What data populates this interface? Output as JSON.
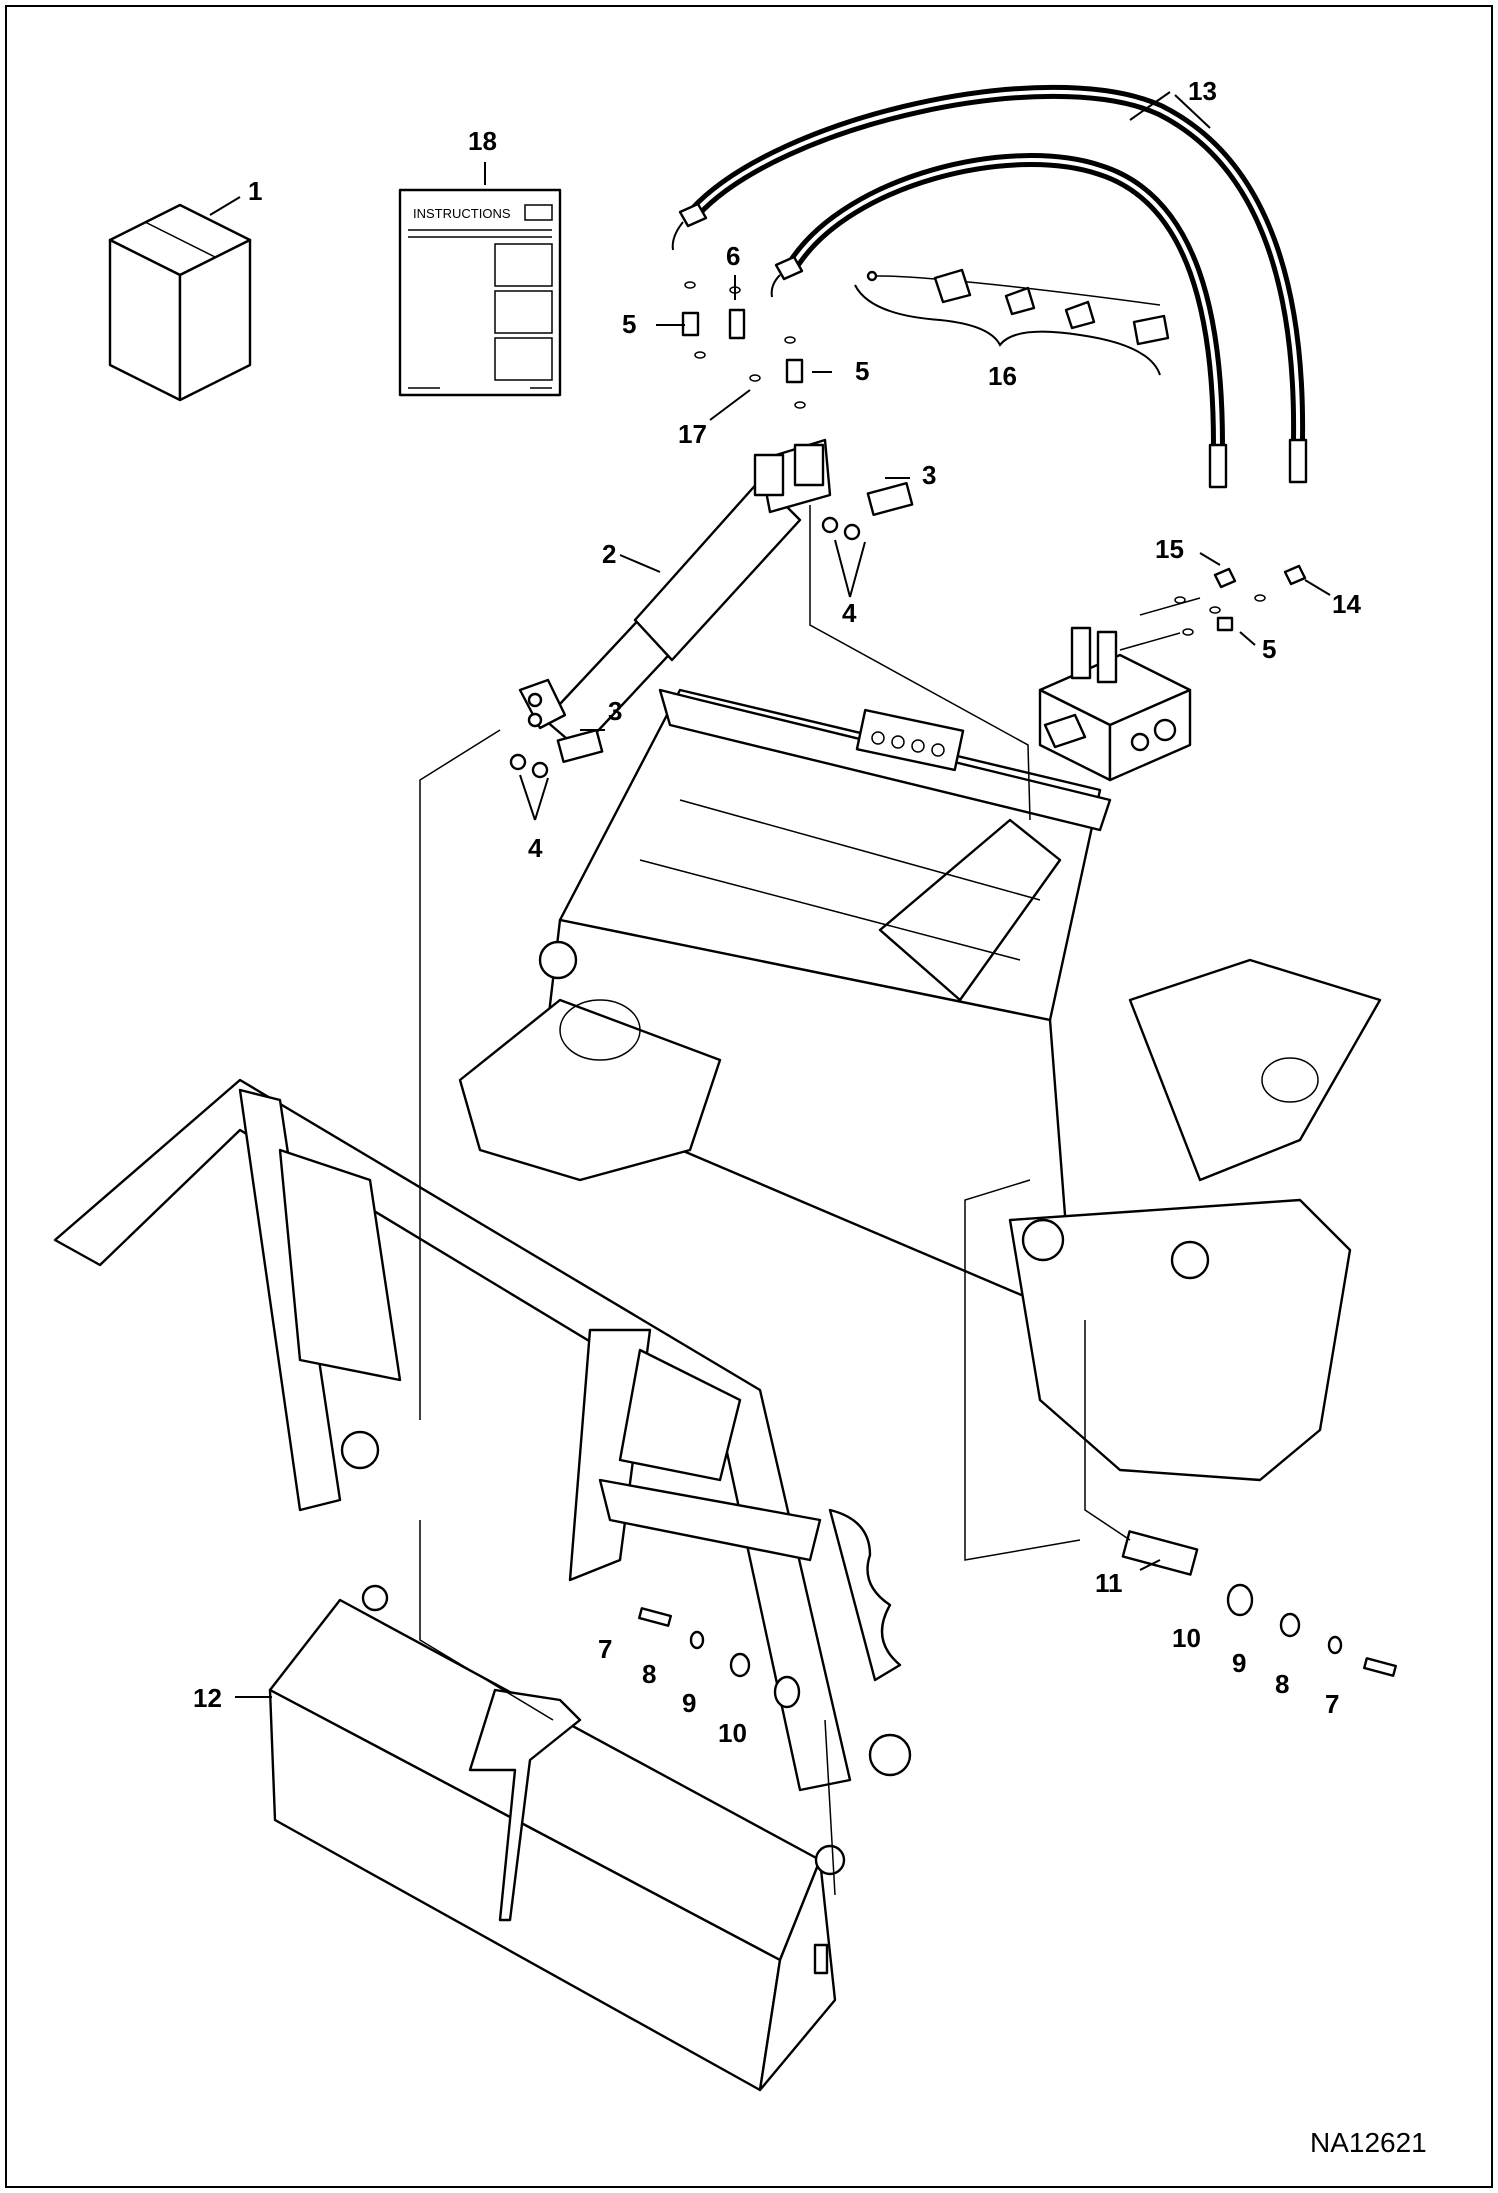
{
  "drawing_ref": "NA12621",
  "instructions_doc_label": "INSTRUCTIONS",
  "callouts": {
    "c1": "1",
    "c2": "2",
    "c3a": "3",
    "c3b": "3",
    "c4a": "4",
    "c4b": "4",
    "c5a": "5",
    "c5b": "5",
    "c5c": "5",
    "c6": "6",
    "c7a": "7",
    "c7b": "7",
    "c8a": "8",
    "c8b": "8",
    "c9a": "9",
    "c9b": "9",
    "c10a": "10",
    "c10b": "10",
    "c11": "11",
    "c12": "12",
    "c13": "13",
    "c14": "14",
    "c15": "15",
    "c16": "16",
    "c17": "17",
    "c18": "18"
  }
}
